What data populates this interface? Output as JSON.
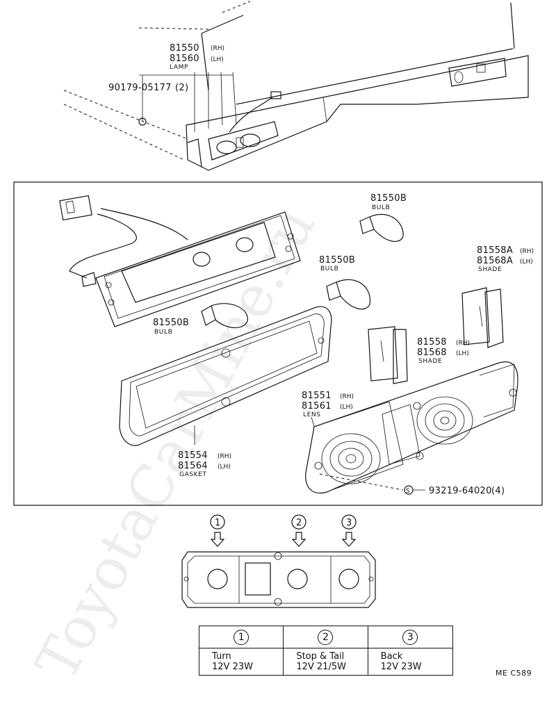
{
  "watermark": "ToyotaCarMine.ru",
  "top_view": {
    "lamp": {
      "rh": "81550",
      "rh_side": "(RH)",
      "lh": "81560",
      "lh_side": "(LH)",
      "name": "LAMP"
    },
    "nut": {
      "part": "90179-05177",
      "qty": "(2)"
    }
  },
  "exploded": {
    "bulb_top": {
      "part": "81550B",
      "name": "BULB"
    },
    "bulb_mid": {
      "part": "81550B",
      "name": "BULB"
    },
    "bulb_left": {
      "part": "81550B",
      "name": "BULB"
    },
    "shade_a": {
      "rh": "81558A",
      "rh_side": "(RH)",
      "lh": "81568A",
      "lh_side": "(LH)",
      "name": "SHADE"
    },
    "shade": {
      "rh": "81558",
      "rh_side": "(RH)",
      "lh": "81568",
      "lh_side": "(LH)",
      "name": "SHADE"
    },
    "lens": {
      "rh": "81551",
      "rh_side": "(RH)",
      "lh": "81561",
      "lh_side": "(LH)",
      "name": "LENS"
    },
    "gasket": {
      "rh": "81554",
      "rh_side": "(RH)",
      "lh": "81564",
      "lh_side": "(LH)",
      "name": "GASKET"
    },
    "screw": {
      "symbol": "S",
      "part": "93219-64020",
      "qty": "(4)"
    }
  },
  "positions": {
    "markers": [
      "1",
      "2",
      "3"
    ]
  },
  "bulb_table": {
    "headers": [
      "1",
      "2",
      "3"
    ],
    "rows": [
      {
        "func": "Turn",
        "spec": "12V 23W"
      },
      {
        "func": "Stop & Tail",
        "spec": "12V 21/5W"
      },
      {
        "func": "Back",
        "spec": "12V 23W"
      }
    ]
  },
  "diagram_code": "ME C589"
}
